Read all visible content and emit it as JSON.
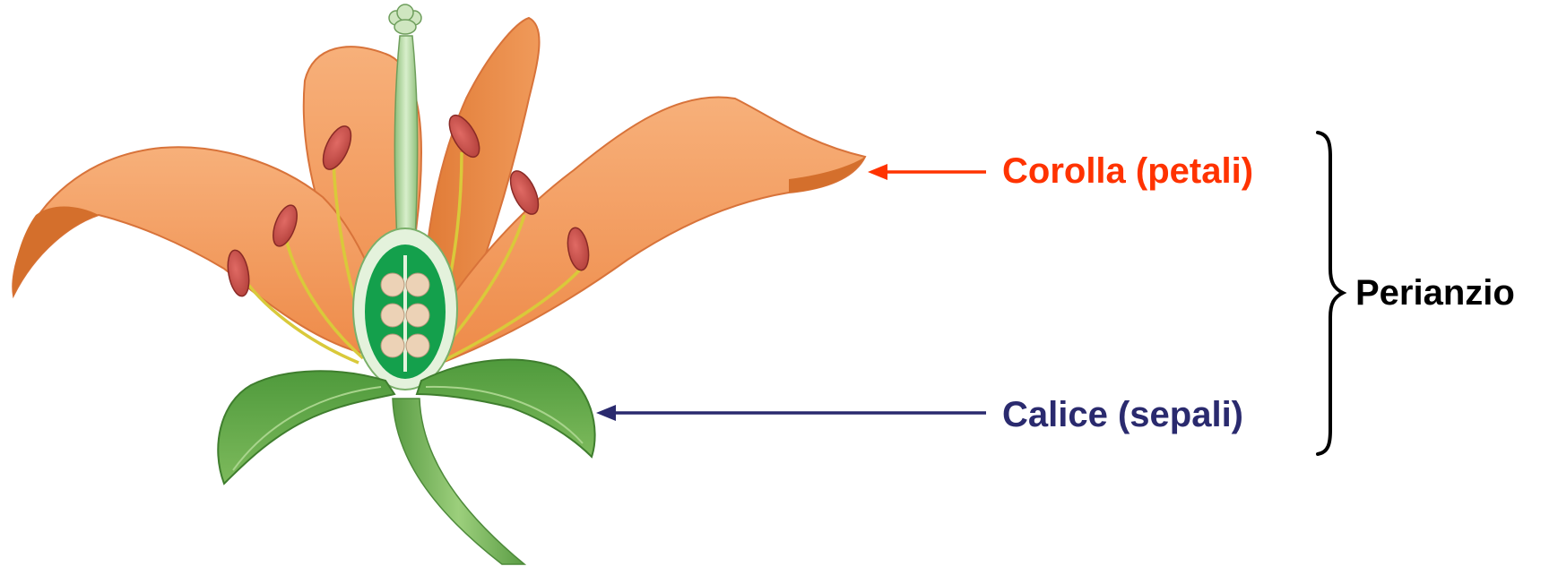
{
  "labels": {
    "corolla": "Corolla (petali)",
    "calice": "Calice (sepali)",
    "perianzio": "Perianzio"
  },
  "colors": {
    "corolla": "#ff3300",
    "calice": "#2a2a6e",
    "perianzio": "#000000",
    "petal_light": "#f4a46a",
    "petal_dark": "#e8833f",
    "sepal": "#6aaa4a",
    "ovary": "#12a04a"
  }
}
